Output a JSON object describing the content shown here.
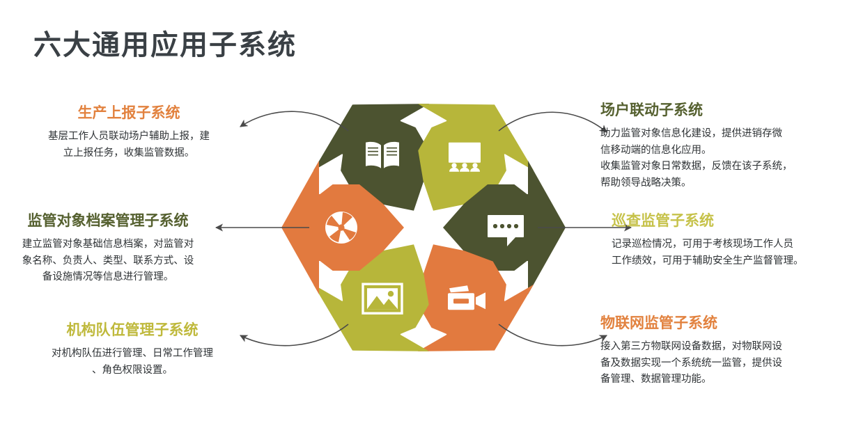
{
  "page": {
    "title": "六大通用应用子系统",
    "background": "#ffffff",
    "title_color": "#3a4045"
  },
  "palette": {
    "dark_olive": "#4c5330",
    "yellow_olive": "#b7b63a",
    "orange": "#e27a3f",
    "arrow_line": "#4a4a4a",
    "body_text": "#2f3336"
  },
  "sections": [
    {
      "id": "production-report",
      "position": "top-left",
      "heading": "生产上报子系统",
      "heading_color": "#e2823f",
      "body": "基层工作人员联动场户辅助上报，建立上报任务，收集监管数据。",
      "icon": "open-book-icon",
      "wedge_color": "#4c5330"
    },
    {
      "id": "archive-management",
      "position": "middle-left",
      "heading": "监管对象档案管理子系统",
      "heading_color": "#55602f",
      "body": "建立监管对象基础信息档案，对监管对象名称、负责人、类型、联系方式、设备设施情况等信息进行管理。",
      "icon": "disc-icon",
      "wedge_color": "#e27a3f"
    },
    {
      "id": "organization-team",
      "position": "bottom-left",
      "heading": "机构队伍管理子系统",
      "heading_color": "#bfb93c",
      "body": "对机构队伍进行管理、日常工作管理、角色权限设置。",
      "icon": "picture-frame-icon",
      "wedge_color": "#b7b63a"
    },
    {
      "id": "site-linkage",
      "position": "top-right",
      "heading": "场户联动子系统",
      "heading_color": "#55602f",
      "body": "助力监管对象信息化建设，提供进销存微信移动端的信息化应用。\n收集监管对象日常数据，反馈在该子系统，帮助领导战略决策。",
      "icon": "presentation-screen-icon",
      "wedge_color": "#b7b63a"
    },
    {
      "id": "inspection-supervision",
      "position": "middle-right",
      "heading": "巡查监管子系统",
      "heading_color": "#c6c24a",
      "body": "记录巡检情况，可用于考核现场工作人员工作绩效，可用于辅助安全生产监督管理。",
      "icon": "speech-bubble-icon",
      "wedge_color": "#4c5330"
    },
    {
      "id": "iot-supervision",
      "position": "bottom-right",
      "heading": "物联网监管子系统",
      "heading_color": "#e2823f",
      "body": "接入第三方物联网设备数据，对物联网设备及数据实现一个系统统一监管，提供设备管理、数据管理功能。",
      "icon": "video-camera-icon",
      "wedge_color": "#e27a3f"
    }
  ],
  "text_lines": {
    "tl": [
      "基层工作人员联动场户辅助上报，建",
      "立上报任务，收集监管数据。"
    ],
    "ml": [
      "建立监管对象基础信息档案，对监管对",
      "象名称、负责人、类型、联系方式、设",
      "备设施情况等信息进行管理。"
    ],
    "bl": [
      "对机构队伍进行管理、日常工作管理",
      "、角色权限设置。"
    ],
    "tr": [
      "助力监管对象信息化建设，提供进销存微",
      "信移动端的信息化应用。",
      "收集监管对象日常数据，反馈在该子系统，",
      "帮助领导战略决策。"
    ],
    "mr": [
      "记录巡检情况，可用于考核现场工作人员",
      "工作绩效，可用于辅助安全生产监督管理。"
    ],
    "br": [
      "接入第三方物联网设备数据，对物联网设",
      "备及数据实现一个系统统一监管，提供设",
      "备管理、数据管理功能。"
    ]
  }
}
